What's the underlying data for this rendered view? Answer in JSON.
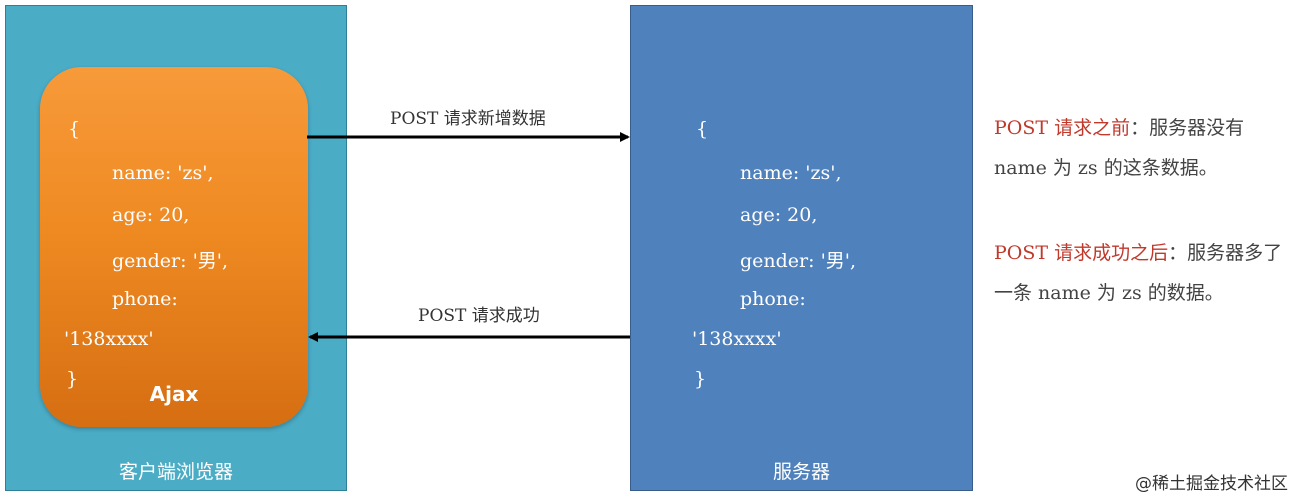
{
  "client": {
    "label": "客户端浏览器",
    "ajax_label": "Ajax",
    "code": [
      "{",
      "name: 'zs',",
      "age: 20,",
      "gender: '男',",
      "phone:",
      "'138xxxx'",
      "}"
    ]
  },
  "server": {
    "label": "服务器",
    "code": [
      "{",
      "name: 'zs',",
      "age: 20,",
      "gender: '男',",
      "phone:",
      "'138xxxx'",
      "}"
    ]
  },
  "arrows": {
    "request_label": "POST 请求新增数据",
    "response_label": "POST 请求成功"
  },
  "notes": {
    "before_highlight": "POST 请求之前",
    "before_text": "：服务器没有 name 为 zs 的这条数据。",
    "after_highlight": "POST 请求成功之后",
    "after_text": "：服务器多了一条 name 为 zs 的数据。"
  },
  "watermark": "@稀土掘金技术社区",
  "colors": {
    "client_panel": "#4bacc6",
    "server_panel": "#4f81bd",
    "ajax_box": "#f08c24",
    "note_highlight": "#c0392b"
  }
}
